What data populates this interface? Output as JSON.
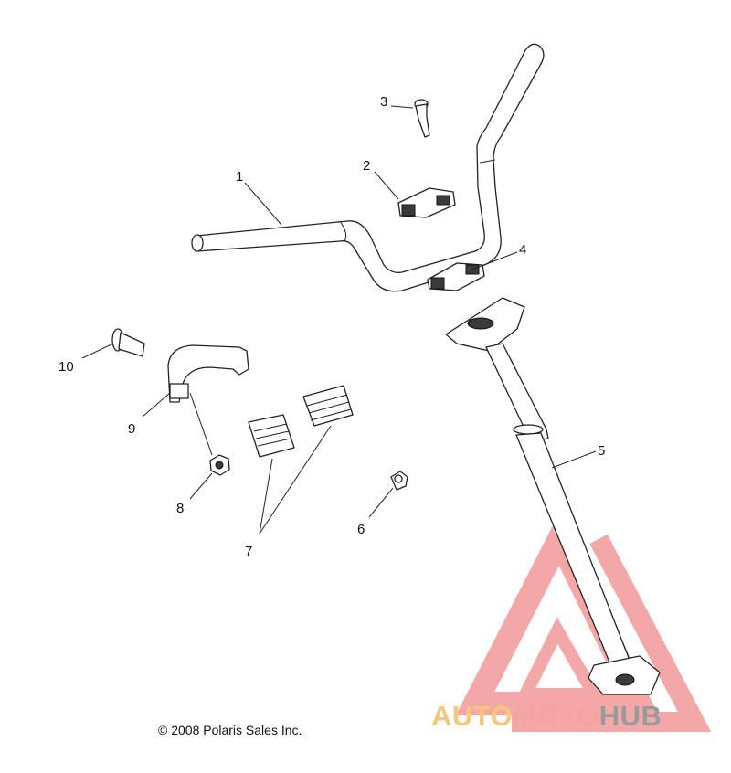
{
  "callouts": [
    {
      "id": "1",
      "label": "1"
    },
    {
      "id": "2",
      "label": "2"
    },
    {
      "id": "3",
      "label": "3"
    },
    {
      "id": "4",
      "label": "4"
    },
    {
      "id": "5",
      "label": "5"
    },
    {
      "id": "6",
      "label": "6"
    },
    {
      "id": "7",
      "label": "7"
    },
    {
      "id": "8",
      "label": "8"
    },
    {
      "id": "9",
      "label": "9"
    },
    {
      "id": "10",
      "label": "10"
    }
  ],
  "copyright": "© 2008 Polaris Sales Inc.",
  "watermark": {
    "part1": "AUTO",
    "part2": "MOTO",
    "part3": "HUB",
    "colors": {
      "auto": "#f5c77e",
      "moto": "#f4a3a3",
      "hub": "#9a9a9a",
      "triangle": "#f08a8a"
    }
  }
}
